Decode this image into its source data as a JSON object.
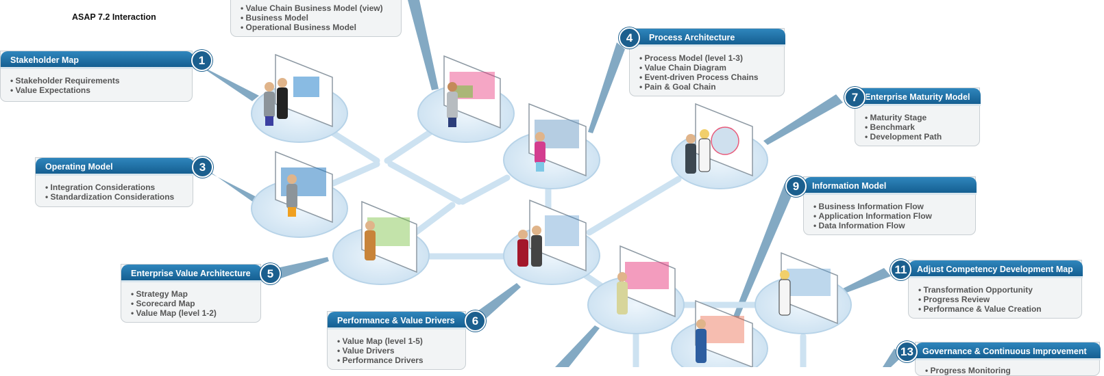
{
  "title": "ASAP 7.2 Interaction",
  "modules": [
    {
      "id": "mod-1",
      "number": "1",
      "title": "Stakeholder Map",
      "items": [
        "Stakeholder Requirements",
        "Value Expectations"
      ]
    },
    {
      "id": "mod-2",
      "number": "",
      "title": "",
      "items": [
        "Value Chain Business Model (view)",
        "Business Model",
        "Operational Business Model"
      ]
    },
    {
      "id": "mod-3",
      "number": "3",
      "title": "Operating Model",
      "items": [
        "Integration Considerations",
        "Standardization Considerations"
      ]
    },
    {
      "id": "mod-4",
      "number": "4",
      "title": "Process Architecture",
      "items": [
        "Process Model (level 1-3)",
        "Value Chain Diagram",
        "Event-driven Process Chains",
        "Pain & Goal Chain"
      ]
    },
    {
      "id": "mod-5",
      "number": "5",
      "title": "Enterprise Value Architecture",
      "items": [
        "Strategy Map",
        "Scorecard Map",
        "Value Map (level 1-2)"
      ]
    },
    {
      "id": "mod-6",
      "number": "6",
      "title": "Performance & Value Drivers",
      "items": [
        "Value Map (level 1-5)",
        "Value Drivers",
        "Performance Drivers"
      ]
    },
    {
      "id": "mod-7",
      "number": "7",
      "title": "Enterprise Maturity Model",
      "items": [
        "Maturity Stage",
        "Benchmark",
        "Development Path"
      ]
    },
    {
      "id": "mod-9",
      "number": "9",
      "title": "Information Model",
      "items": [
        "Business Information Flow",
        "Application Information Flow",
        "Data Information Flow"
      ]
    },
    {
      "id": "mod-11",
      "number": "11",
      "title": "Adjust Competency Development Map",
      "items": [
        "Transformation Opportunity",
        "Progress Review",
        "Performance & Value Creation"
      ]
    },
    {
      "id": "mod-13",
      "number": "13",
      "title": "Governance & Continuous Improvement",
      "items": [
        "Progress Monitoring"
      ]
    }
  ],
  "colors": {
    "header": "#1e6fa3",
    "badge": "#1b5f8e",
    "disk": "#dcebf6",
    "arrow": "#cfe3f1"
  }
}
